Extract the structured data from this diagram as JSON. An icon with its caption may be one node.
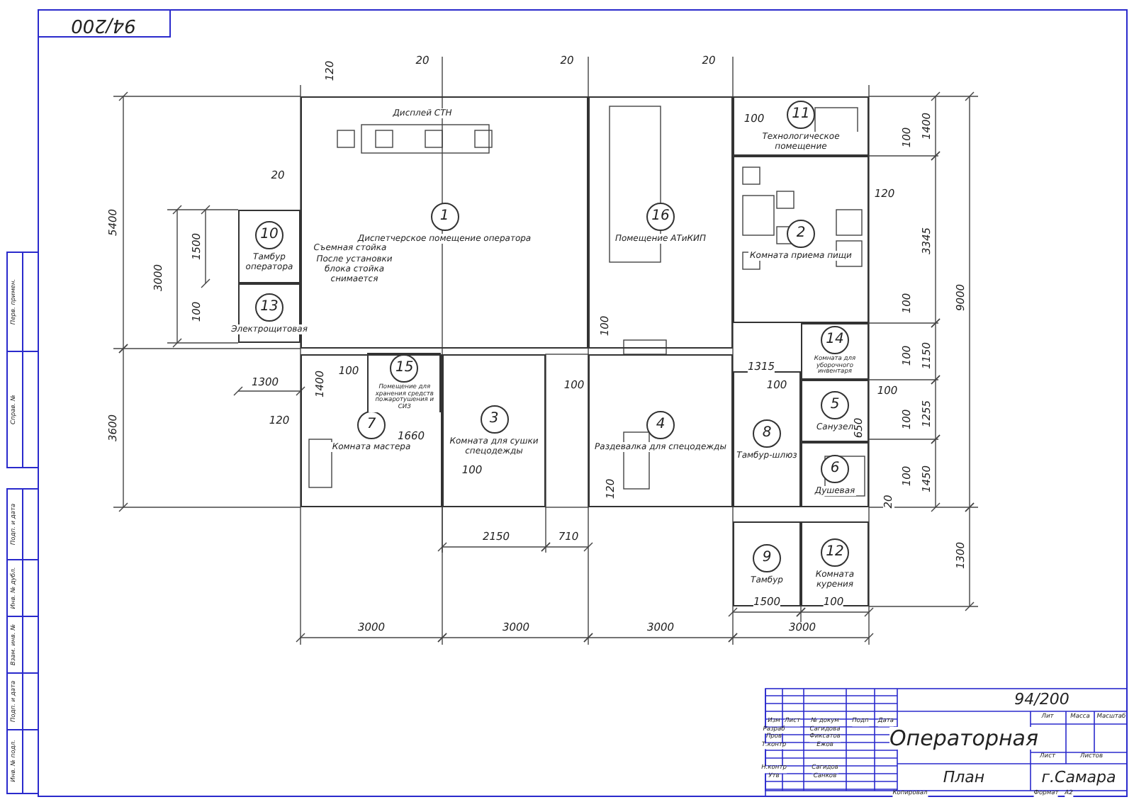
{
  "diagram": {
    "title": "Операторная",
    "nodes": [
      {
        "text": [
          "10",
          "Тамбур оператора"
        ]
      },
      {
        "text": [
          "1",
          "Диспетчерское помещение оператора"
        ]
      },
      {
        "text": [
          "16",
          "Помещение АТиКИП"
        ]
      },
      {
        "text": [
          "11",
          "Технологическое помещение"
        ]
      },
      {
        "text": [
          "2",
          "Комната приема пищи"
        ]
      },
      {
        "text": [
          "13",
          "Электрощитовая"
        ]
      },
      {
        "text": [
          "7",
          "Комната мастера"
        ]
      },
      {
        "text": [
          "15",
          "Помещение для хранения средств пожаротушения и СИЗ"
        ],
        "in": 6
      },
      {
        "text": [
          "3",
          "Комната для сушки спецодежды"
        ]
      },
      {
        "text": [
          "4",
          "Раздевалка для спецодежды"
        ]
      },
      {
        "text": [
          "14",
          "Комната для уборочного инвентаря"
        ]
      },
      {
        "text": [
          "8",
          "Тамбур-шлюз"
        ]
      },
      {
        "text": [
          "5",
          "Санузел"
        ]
      },
      {
        "text": [
          "6",
          "Душевая"
        ]
      },
      {
        "text": [
          "9",
          "Тамбур"
        ]
      },
      {
        "text": [
          "12",
          "Комната курения"
        ]
      }
    ],
    "labels": [
      "94/200",
      "120",
      "20",
      "20",
      "20",
      "Дисплей СТН",
      "5400",
      "20",
      "1500",
      "3000",
      "Съемная стойка",
      "После установки блока стойка снимается",
      "100",
      "100",
      "1300",
      "1400",
      "100",
      "3600",
      "120",
      "1660",
      "100",
      "100",
      "2150",
      "710",
      "3000",
      "3000",
      "3000",
      "3000",
      "1500",
      "100",
      "100",
      "1400",
      "120",
      "3345",
      "100",
      "9000",
      "100",
      "100",
      "1150",
      "1315",
      "100",
      "100",
      "650",
      "100",
      "1255",
      "120",
      "20",
      "100",
      "1450",
      "1300",
      "94/200",
      "Изм",
      "Лист",
      "№ докум",
      "Подп",
      "Дата",
      "Лит",
      "Масса",
      "Масштаб",
      "Разраб",
      "Сагидова",
      "Пров",
      "Фиксатов",
      "Т.контр",
      "Ежов",
      "Лист",
      "Листов",
      "Н.контр",
      "Сагидов",
      "Утв",
      "Санков",
      "План",
      "г.Самара",
      "Копировал",
      "Формат",
      "A2",
      "Перв. примен.",
      "Справ. №",
      "Подп. и дата",
      "Инв. № дубл.",
      "Взам. инв. №",
      "Подп. и дата",
      "Инв. № подл."
    ]
  }
}
